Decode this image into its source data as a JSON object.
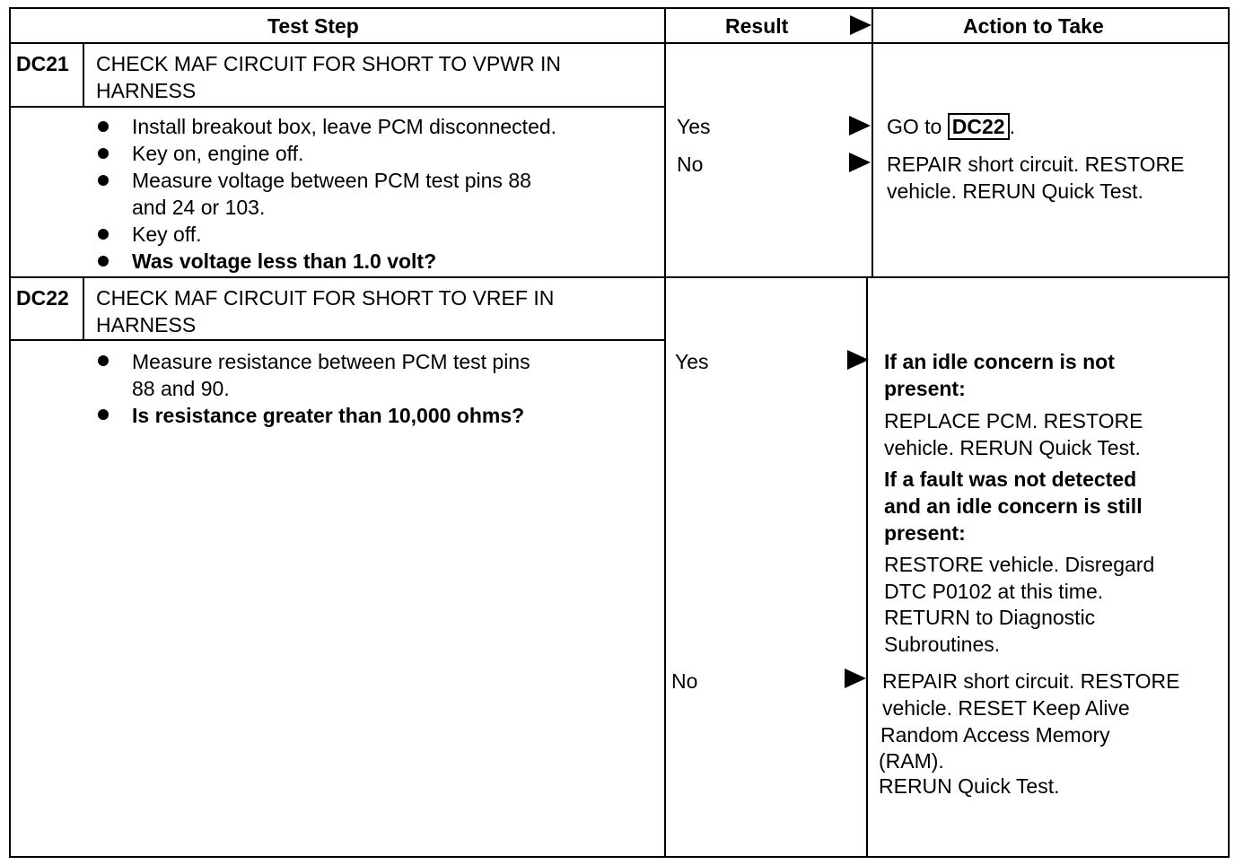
{
  "header": {
    "test_step": "Test Step",
    "result": "Result",
    "action": "Action to Take"
  },
  "dc21": {
    "code": "DC21",
    "title_line1": "CHECK MAF CIRCUIT FOR SHORT TO VPWR IN",
    "title_line2": "HARNESS",
    "bullets": [
      "Install breakout box, leave PCM disconnected.",
      "Key on, engine off.",
      "Measure voltage between PCM test pins 88",
      "and 24 or 103.",
      "Key off.",
      "Was voltage less than 1.0 volt?"
    ],
    "yes_label": "Yes",
    "no_label": "No",
    "yes_action_prefix": "GO to",
    "yes_action_ref": "DC22",
    "yes_action_suffix": ".",
    "no_action_line1": "REPAIR short circuit. RESTORE",
    "no_action_line2": "vehicle. RERUN Quick Test."
  },
  "dc22": {
    "code": "DC22",
    "title_line1": "CHECK MAF CIRCUIT FOR SHORT TO VREF IN",
    "title_line2": "HARNESS",
    "bullets": [
      "Measure resistance between PCM test pins",
      "88 and 90.",
      "Is resistance greater than 10,000 ohms?"
    ],
    "yes_label": "Yes",
    "no_label": "No",
    "yes_action": [
      "If an idle concern is not",
      "present:",
      "REPLACE PCM. RESTORE",
      "vehicle. RERUN Quick Test.",
      "If a fault was not detected",
      "and an idle concern is still",
      "present:",
      "RESTORE vehicle. Disregard",
      "DTC P0102 at this time.",
      "RETURN to Diagnostic",
      "Subroutines."
    ],
    "no_action": [
      "REPAIR short circuit. RESTORE",
      "vehicle. RESET Keep Alive",
      "Random Access Memory",
      "(RAM).",
      "RERUN Quick Test."
    ]
  }
}
